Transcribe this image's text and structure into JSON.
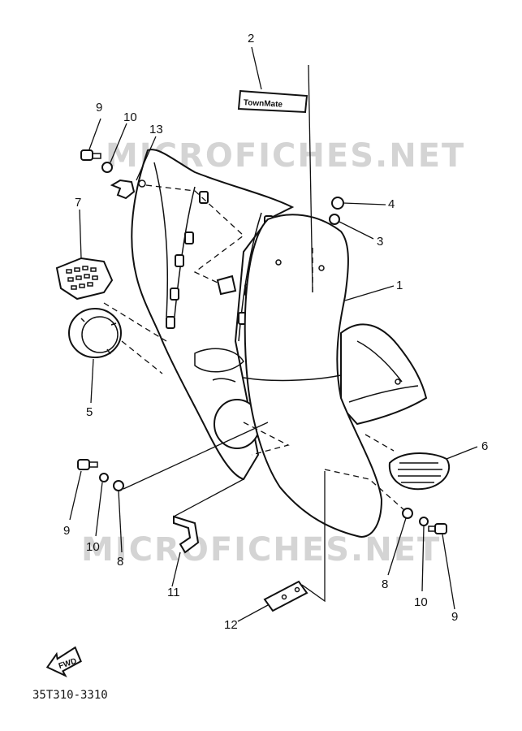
{
  "watermark": "MICROFICHES.NET",
  "diagram_code": "35T310-3310",
  "emblem_text": "TownMate",
  "fwd_text": "FWD",
  "callouts": {
    "c1": "1",
    "c2": "2",
    "c3": "3",
    "c4": "4",
    "c5": "5",
    "c6": "6",
    "c7": "7",
    "c8a": "8",
    "c8b": "8",
    "c9a": "9",
    "c9b": "9",
    "c9c": "9",
    "c10a": "10",
    "c10b": "10",
    "c10c": "10",
    "c11": "11",
    "c12": "12",
    "c13": "13"
  }
}
